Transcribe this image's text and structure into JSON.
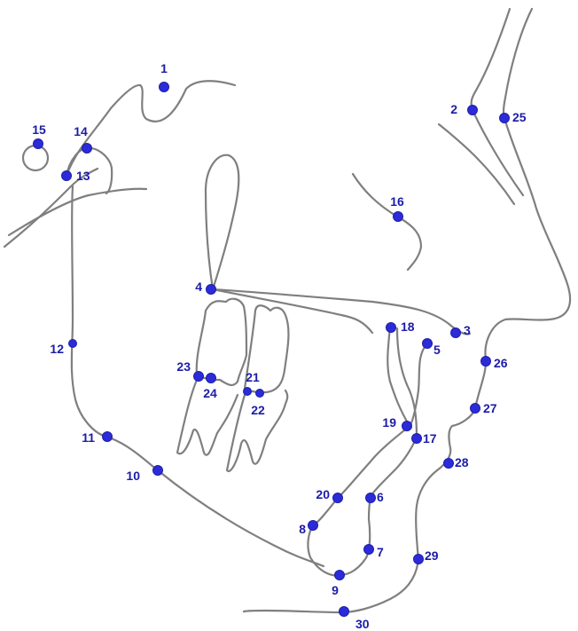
{
  "colors": {
    "trace": "#7f7f7f",
    "landmark": "#2b2bd9",
    "label": "#1c1ca8",
    "background": "#ffffff"
  },
  "landmarks": [
    {
      "id": "1",
      "label": "1"
    },
    {
      "id": "2",
      "label": "2"
    },
    {
      "id": "3",
      "label": "3"
    },
    {
      "id": "4",
      "label": "4"
    },
    {
      "id": "5",
      "label": "5"
    },
    {
      "id": "6",
      "label": "6"
    },
    {
      "id": "7",
      "label": "7"
    },
    {
      "id": "8",
      "label": "8"
    },
    {
      "id": "9",
      "label": "9"
    },
    {
      "id": "10",
      "label": "10"
    },
    {
      "id": "11",
      "label": "11"
    },
    {
      "id": "12",
      "label": "12"
    },
    {
      "id": "13",
      "label": "13"
    },
    {
      "id": "14",
      "label": "14"
    },
    {
      "id": "15",
      "label": "15"
    },
    {
      "id": "16",
      "label": "16"
    },
    {
      "id": "17",
      "label": "17"
    },
    {
      "id": "18",
      "label": "18"
    },
    {
      "id": "19",
      "label": "19"
    },
    {
      "id": "20",
      "label": "20"
    },
    {
      "id": "21",
      "label": "21"
    },
    {
      "id": "22",
      "label": "22"
    },
    {
      "id": "23",
      "label": "23"
    },
    {
      "id": "24",
      "label": "24"
    },
    {
      "id": "25",
      "label": "25"
    },
    {
      "id": "26",
      "label": "26"
    },
    {
      "id": "27",
      "label": "27"
    },
    {
      "id": "28",
      "label": "28"
    },
    {
      "id": "29",
      "label": "29"
    },
    {
      "id": "30",
      "label": "30"
    }
  ]
}
